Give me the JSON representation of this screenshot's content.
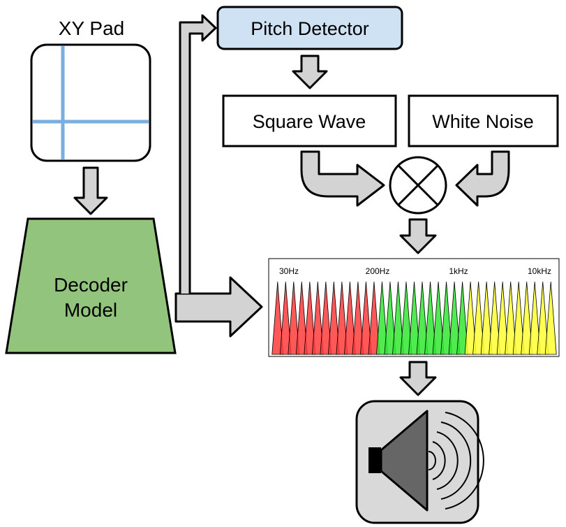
{
  "xy_pad": {
    "label": "XY Pad",
    "crosshair_color": "#7aaee0"
  },
  "decoder": {
    "line1": "Decoder",
    "line2": "Model",
    "color": "#93c47d"
  },
  "pitch_detector": {
    "label": "Pitch Detector",
    "color": "#cfe2f3"
  },
  "square_wave": {
    "label": "Square Wave"
  },
  "white_noise": {
    "label": "White Noise"
  },
  "mixer": {
    "icon": "multiply-circle-icon"
  },
  "filter_bank": {
    "freq_labels": [
      "30Hz",
      "200Hz",
      "1kHz",
      "10kHz"
    ],
    "bands": [
      {
        "color": "#ff3b3b",
        "count": 13
      },
      {
        "color": "#33e633",
        "count": 11
      },
      {
        "color": "#ffff33",
        "count": 11
      }
    ]
  },
  "speaker": {
    "icon": "speaker-icon"
  },
  "arrow_color": "#d3d3d3"
}
